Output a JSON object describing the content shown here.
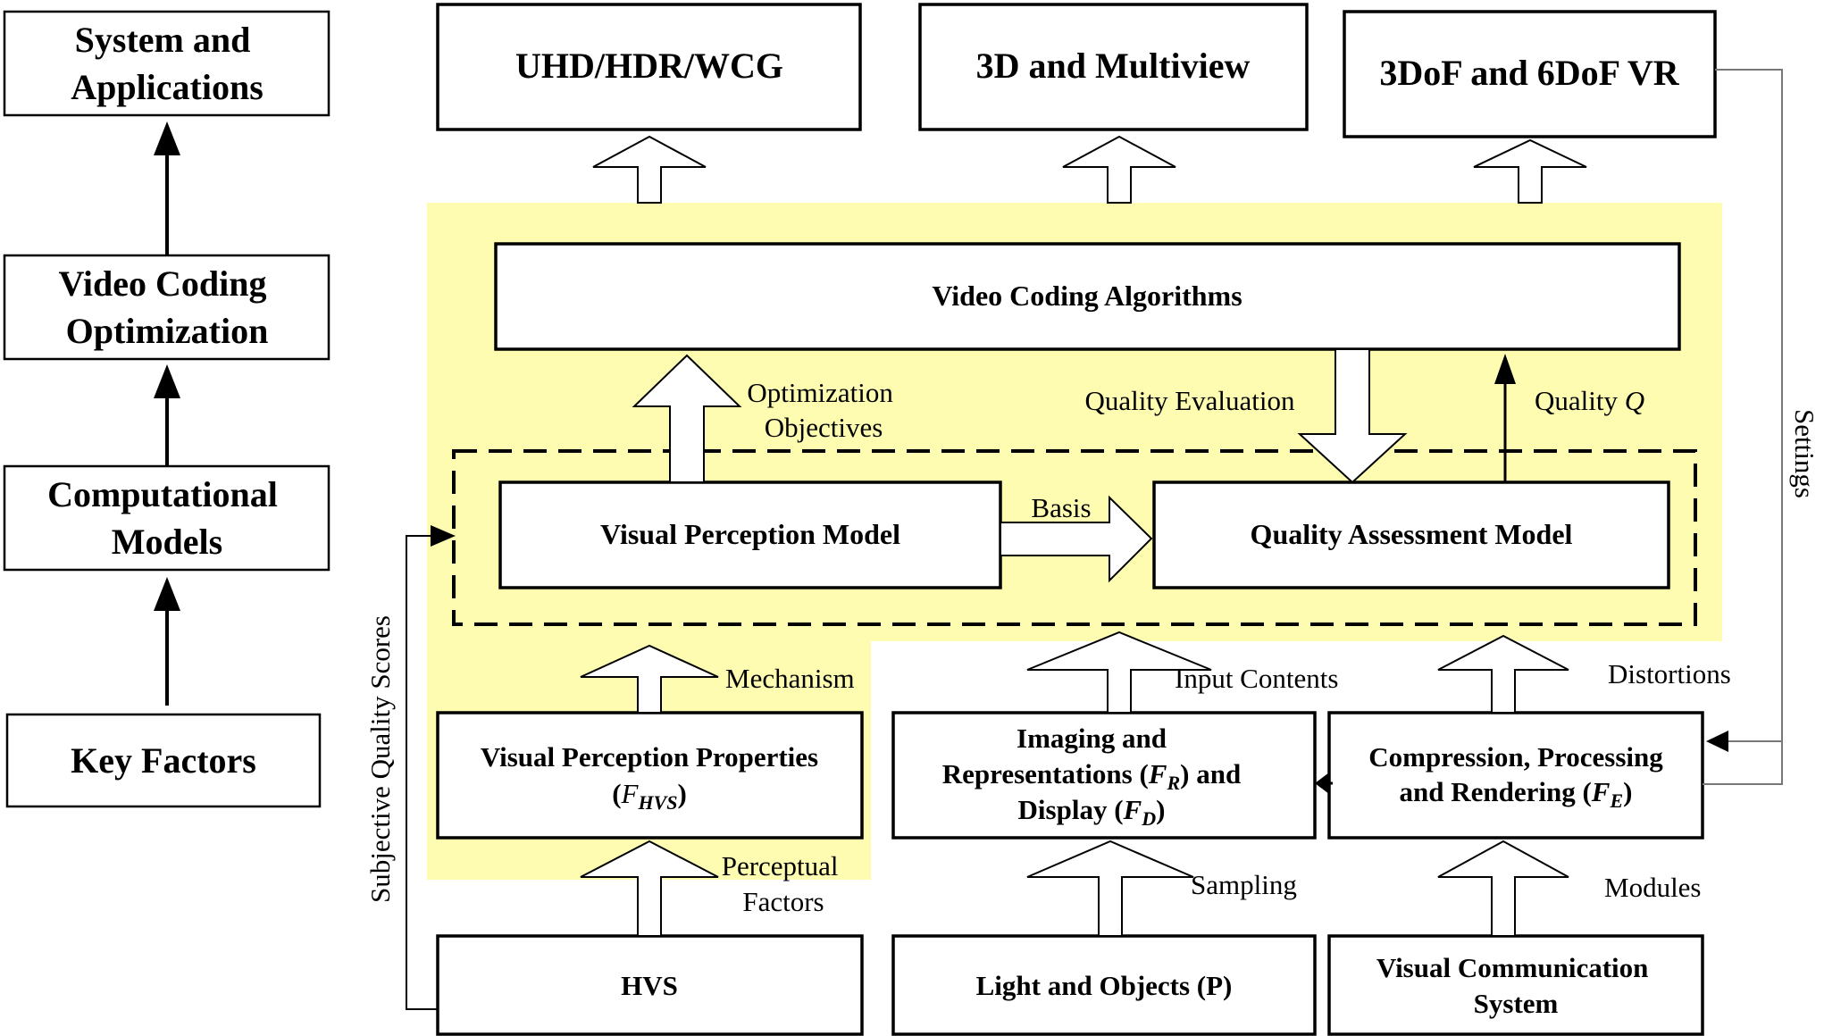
{
  "left_column": {
    "system_applications": [
      "System and",
      "Applications"
    ],
    "video_coding_optimization": [
      "Video Coding",
      "Optimization"
    ],
    "computational_models": [
      "Computational",
      "Models"
    ],
    "key_factors": "Key Factors"
  },
  "top_row": {
    "uhd": "UHD/HDR/WCG",
    "multiview": "3D and Multiview",
    "vr": "3DoF and 6DoF VR"
  },
  "middle": {
    "video_coding_algorithms": "Video Coding Algorithms",
    "visual_perception_model": "Visual Perception Model",
    "quality_assessment_model": "Quality Assessment Model"
  },
  "row2": {
    "vpp_line1": "Visual Perception Properties",
    "vpp_line2_open": "(",
    "vpp_line2_var": "F",
    "vpp_line2_sub": "HVS",
    "vpp_line2_close": ")",
    "imaging_line1": "Imaging and",
    "imaging_line2_a": "Representations (",
    "imaging_line2_var": "F",
    "imaging_line2_sub": "R",
    "imaging_line2_b": ") and",
    "imaging_line3_a": "Display (",
    "imaging_line3_var": "F",
    "imaging_line3_sub": "D",
    "imaging_line3_b": ")",
    "compression_line1": "Compression, Processing",
    "compression_line2_a": "and Rendering (",
    "compression_line2_var": "F",
    "compression_line2_sub": "E",
    "compression_line2_b": ")"
  },
  "bottom_row": {
    "hvs": "HVS",
    "light_objects": "Light and Objects (P)",
    "vcs_line1": "Visual Communication",
    "vcs_line2": "System"
  },
  "labels": {
    "optimization_objectives": [
      "Optimization",
      "Objectives"
    ],
    "quality_evaluation": "Quality Evaluation",
    "quality_q_text": "Quality ",
    "quality_q_var": "Q",
    "basis": "Basis",
    "mechanism": "Mechanism",
    "input_contents": "Input Contents",
    "distortions": "Distortions",
    "perceptual_factors": [
      "Perceptual",
      "Factors"
    ],
    "sampling": "Sampling",
    "modules": "Modules",
    "settings": "Settings",
    "subjective_quality_scores": "Subjective Quality Scores"
  },
  "colors": {
    "highlight": "#fefcb0",
    "stroke": "#000000"
  }
}
